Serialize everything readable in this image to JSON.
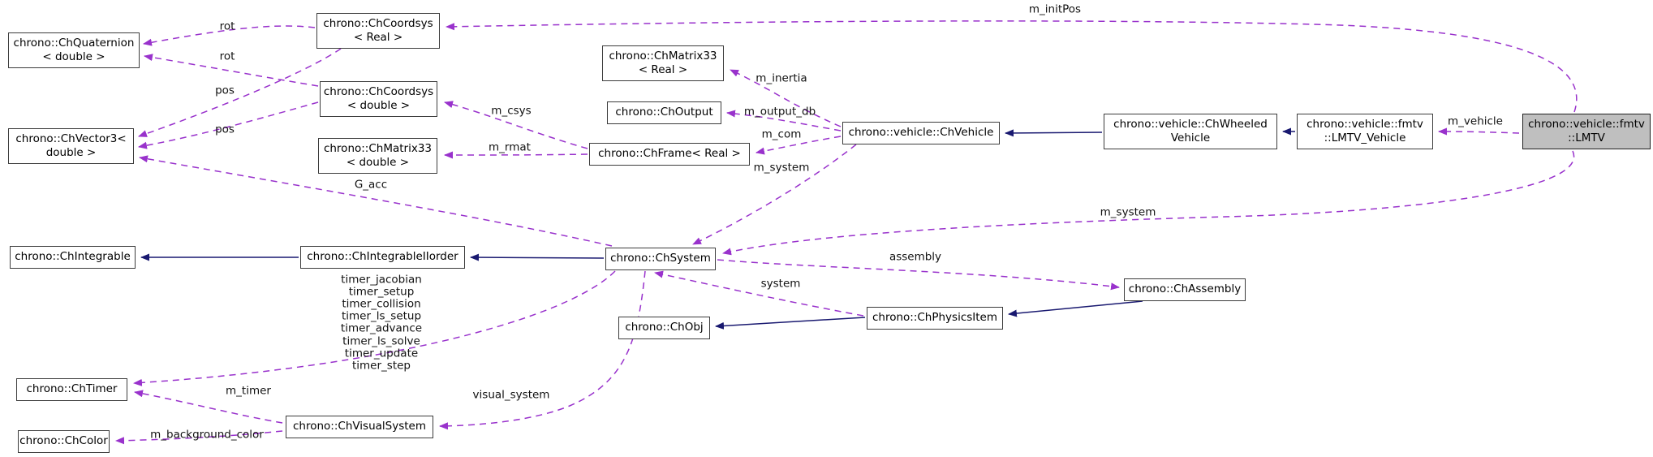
{
  "diagram": {
    "kind": "doxygen-collaboration-graph",
    "highlighted_node": "chrono::vehicle::fmtv::LMTV",
    "colors": {
      "usage_edge": "#9932cc",
      "inheritance_edge": "#191970",
      "node_border": "#3c3c3c",
      "node_background": "#ffffff",
      "highlight_background": "#bfbfbf",
      "text": "#000000"
    },
    "nodes": {
      "chquaternion": {
        "label": "chrono::ChQuaternion\n< double >"
      },
      "chvector3": {
        "label": "chrono::ChVector3<\ndouble >"
      },
      "chcoordsys_real": {
        "label": "chrono::ChCoordsys\n< Real >"
      },
      "chcoordsys_double": {
        "label": "chrono::ChCoordsys\n< double >"
      },
      "chmatrix33_double": {
        "label": "chrono::ChMatrix33\n< double >"
      },
      "chmatrix33_real": {
        "label": "chrono::ChMatrix33\n< Real >"
      },
      "choutput": {
        "label": "chrono::ChOutput"
      },
      "chframe_real": {
        "label": "chrono::ChFrame< Real >"
      },
      "chvehicle": {
        "label": "chrono::vehicle::ChVehicle"
      },
      "chwheeledvehicle": {
        "label": "chrono::vehicle::ChWheeled\nVehicle"
      },
      "lmtv_vehicle": {
        "label": "chrono::vehicle::fmtv\n::LMTV_Vehicle"
      },
      "lmtv": {
        "label": "chrono::vehicle::fmtv\n::LMTV"
      },
      "chintegrable": {
        "label": "chrono::ChIntegrable"
      },
      "chintegrableiiorder": {
        "label": "chrono::ChIntegrableIIorder"
      },
      "chsystem": {
        "label": "chrono::ChSystem"
      },
      "chobj": {
        "label": "chrono::ChObj"
      },
      "chphysicsitem": {
        "label": "chrono::ChPhysicsItem"
      },
      "chassembly": {
        "label": "chrono::ChAssembly"
      },
      "chtimer": {
        "label": "chrono::ChTimer"
      },
      "chvisualsystem": {
        "label": "chrono::ChVisualSystem"
      },
      "chcolor": {
        "label": "chrono::ChColor"
      }
    },
    "edge_labels": {
      "rot1": "rot",
      "rot2": "rot",
      "pos1": "pos",
      "pos2": "pos",
      "m_csys": "m_csys",
      "m_rmat": "m_rmat",
      "m_inertia": "m_inertia",
      "m_output_db": "m_output_db",
      "m_com": "m_com",
      "m_system_vehicle": "m_system",
      "m_initpos": "m_initPos",
      "m_system_lmtv": "m_system",
      "m_vehicle": "m_vehicle",
      "g_acc": "G_acc",
      "assembly": "assembly",
      "system": "system",
      "timers": "timer_jacobian\ntimer_setup\ntimer_collision\ntimer_ls_setup\ntimer_advance\ntimer_ls_solve\ntimer_update\ntimer_step",
      "m_timer": "m_timer",
      "m_background_color": "m_background_color",
      "visual_system": "visual_system"
    }
  }
}
